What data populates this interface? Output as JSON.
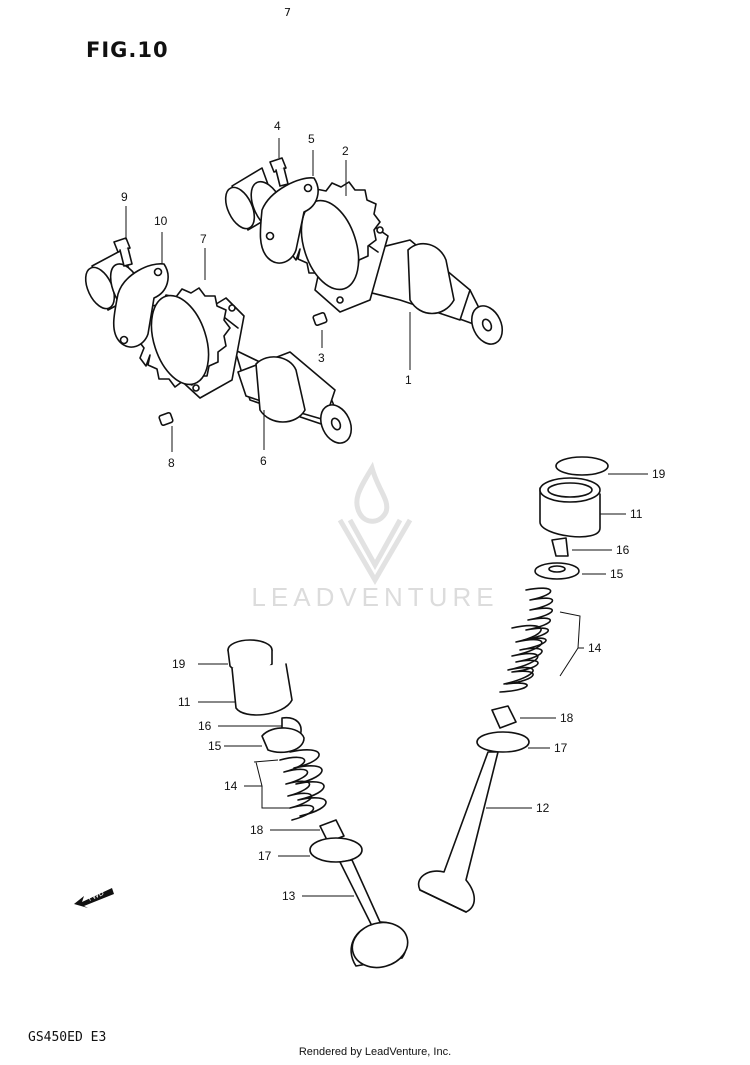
{
  "figure": {
    "title": "FIG.10",
    "top_mark": "7",
    "model_code": "GS450ED  E3",
    "footer": "Rendered by LeadVenture, Inc.",
    "watermark": "LEADVENTURE",
    "forward_label": "FWD"
  },
  "callouts": [
    {
      "id": "c1",
      "text": "1"
    },
    {
      "id": "c2",
      "text": "2"
    },
    {
      "id": "c3",
      "text": "3"
    },
    {
      "id": "c4",
      "text": "4"
    },
    {
      "id": "c5",
      "text": "5"
    },
    {
      "id": "c6",
      "text": "6"
    },
    {
      "id": "c7",
      "text": "7"
    },
    {
      "id": "c8",
      "text": "8"
    },
    {
      "id": "c9",
      "text": "9"
    },
    {
      "id": "c10",
      "text": "10"
    },
    {
      "id": "c11a",
      "text": "11"
    },
    {
      "id": "c11b",
      "text": "11"
    },
    {
      "id": "c12",
      "text": "12"
    },
    {
      "id": "c13",
      "text": "13"
    },
    {
      "id": "c14a",
      "text": "14"
    },
    {
      "id": "c14b",
      "text": "14"
    },
    {
      "id": "c15a",
      "text": "15"
    },
    {
      "id": "c15b",
      "text": "15"
    },
    {
      "id": "c16a",
      "text": "16"
    },
    {
      "id": "c16b",
      "text": "16"
    },
    {
      "id": "c17a",
      "text": "17"
    },
    {
      "id": "c17b",
      "text": "17"
    },
    {
      "id": "c18a",
      "text": "18"
    },
    {
      "id": "c18b",
      "text": "18"
    },
    {
      "id": "c19a",
      "text": "19"
    },
    {
      "id": "c19b",
      "text": "19"
    }
  ]
}
